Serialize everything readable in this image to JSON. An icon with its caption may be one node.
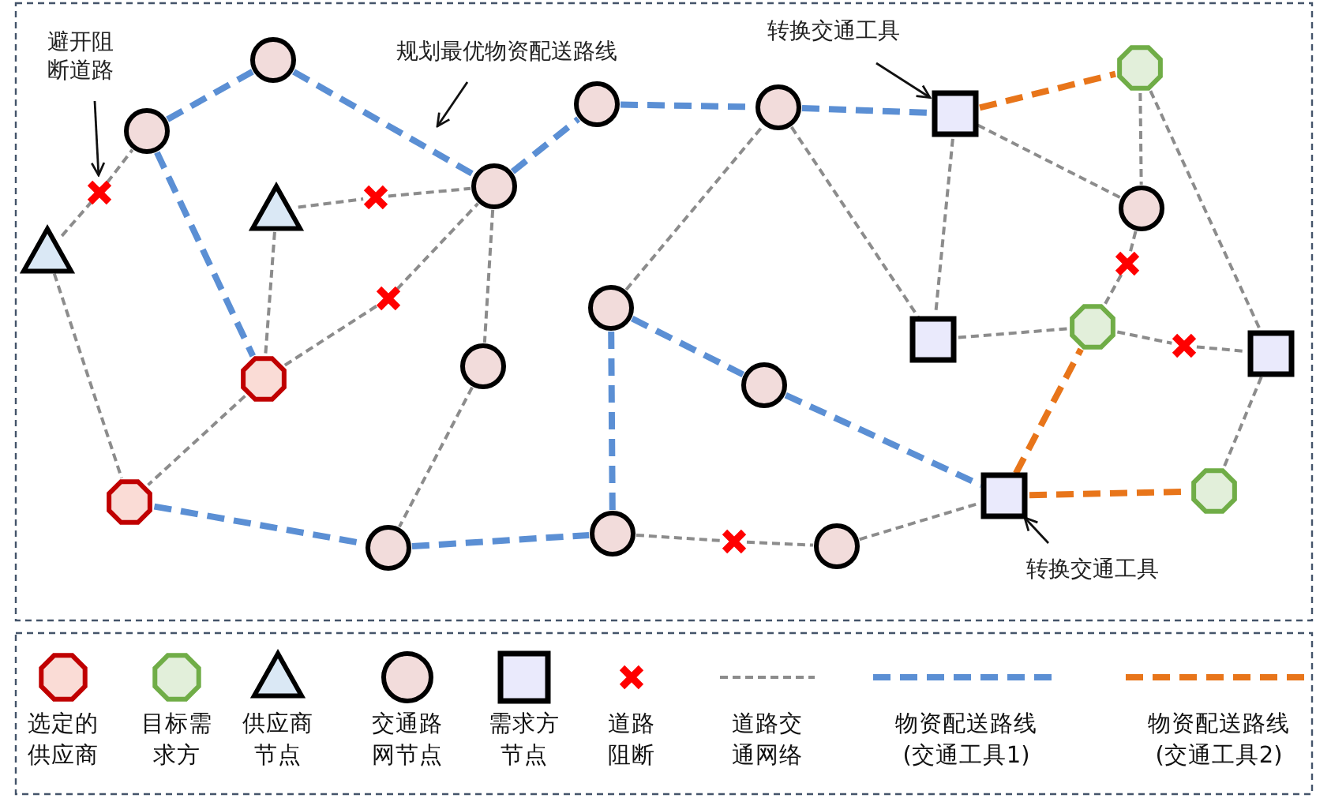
{
  "diagram": {
    "nodes": [
      {
        "text": [],
        "shape": "triangle"
      },
      {
        "text": [],
        "shape": "circle"
      },
      {
        "text": [],
        "shape": "circle"
      },
      {
        "text": [],
        "shape": "triangle"
      },
      {
        "text": [],
        "shape": "circle"
      },
      {
        "text": [],
        "shape": "circle"
      },
      {
        "text": [],
        "shape": "circle"
      },
      {
        "text": [],
        "shape": "octagon"
      },
      {
        "text": [],
        "shape": "octagon"
      },
      {
        "text": [],
        "shape": "circle"
      },
      {
        "text": [],
        "shape": "circle"
      },
      {
        "text": [],
        "shape": "circle"
      },
      {
        "text": [],
        "shape": "circle"
      },
      {
        "text": [],
        "shape": "circle"
      },
      {
        "text": [],
        "shape": "circle"
      },
      {
        "text": [],
        "shape": "box"
      },
      {
        "text": [],
        "shape": "octagon"
      },
      {
        "text": [],
        "shape": "circle"
      },
      {
        "text": [],
        "shape": "box"
      },
      {
        "text": [],
        "shape": "octagon"
      },
      {
        "text": [],
        "shape": "box"
      },
      {
        "text": [],
        "shape": "box"
      },
      {
        "text": [],
        "shape": "octagon"
      },
      {
        "text": [
          "避开阻断道路"
        ]
      },
      {
        "text": [
          "规划最优物资配送路线"
        ]
      },
      {
        "text": [
          "转换交通工具"
        ]
      },
      {
        "text": [
          "转换交通工具"
        ]
      },
      {
        "text": [],
        "shape": "cross"
      },
      {
        "text": [],
        "shape": "cross"
      },
      {
        "text": [],
        "shape": "cross"
      },
      {
        "text": [],
        "shape": "cross"
      },
      {
        "text": [],
        "shape": "cross"
      },
      {
        "text": [],
        "shape": "cross"
      }
    ],
    "edges": [
      {
        "from": 0,
        "to": 27,
        "arrow": "none",
        "style": "dashed"
      },
      {
        "from": 27,
        "to": 1,
        "arrow": "none",
        "style": "dashed"
      },
      {
        "from": 0,
        "to": 8,
        "arrow": "none",
        "style": "dashed"
      },
      {
        "from": 3,
        "to": 28,
        "arrow": "none",
        "style": "dashed"
      },
      {
        "from": 28,
        "to": 4,
        "arrow": "none",
        "style": "dashed"
      },
      {
        "from": 3,
        "to": 7,
        "arrow": "none",
        "style": "dashed"
      },
      {
        "from": 7,
        "to": 29,
        "arrow": "none",
        "style": "dashed"
      },
      {
        "from": 29,
        "to": 4,
        "arrow": "none",
        "style": "dashed"
      },
      {
        "from": 7,
        "to": 8,
        "arrow": "none",
        "style": "dashed"
      },
      {
        "from": 4,
        "to": 6,
        "arrow": "none",
        "style": "dashed"
      },
      {
        "from": 6,
        "to": 9,
        "arrow": "none",
        "style": "dashed"
      },
      {
        "from": 10,
        "to": 14,
        "arrow": "none",
        "style": "dashed"
      },
      {
        "from": 14,
        "to": 18,
        "arrow": "none",
        "style": "dashed"
      },
      {
        "from": 15,
        "to": 18,
        "arrow": "none",
        "style": "dashed"
      },
      {
        "from": 15,
        "to": 17,
        "arrow": "none",
        "style": "dashed"
      },
      {
        "from": 16,
        "to": 17,
        "arrow": "none",
        "style": "dashed"
      },
      {
        "from": 16,
        "to": 20,
        "arrow": "none",
        "style": "dashed"
      },
      {
        "from": 17,
        "to": 30,
        "arrow": "none",
        "style": "dashed"
      },
      {
        "from": 30,
        "to": 19,
        "arrow": "none",
        "style": "dashed"
      },
      {
        "from": 18,
        "to": 19,
        "arrow": "none",
        "style": "dashed"
      },
      {
        "from": 19,
        "to": 31,
        "arrow": "none",
        "style": "dashed"
      },
      {
        "from": 31,
        "to": 20,
        "arrow": "none",
        "style": "dashed"
      },
      {
        "from": 20,
        "to": 22,
        "arrow": "none",
        "style": "dashed"
      },
      {
        "from": 12,
        "to": 32,
        "arrow": "none",
        "style": "dashed"
      },
      {
        "from": 32,
        "to": 13,
        "arrow": "none",
        "style": "dashed"
      },
      {
        "from": 13,
        "to": 21,
        "arrow": "none",
        "style": "dashed"
      },
      {
        "from": 1,
        "to": 2,
        "arrow": "none",
        "style": "dashed",
        "color": "#5b8fd4"
      },
      {
        "from": 2,
        "to": 4,
        "arrow": "none",
        "style": "dashed",
        "color": "#5b8fd4"
      },
      {
        "from": 4,
        "to": 5,
        "arrow": "none",
        "style": "dashed",
        "color": "#5b8fd4"
      },
      {
        "from": 5,
        "to": 14,
        "arrow": "none",
        "style": "dashed",
        "color": "#5b8fd4"
      },
      {
        "from": 14,
        "to": 15,
        "arrow": "none",
        "style": "dashed",
        "color": "#5b8fd4"
      },
      {
        "from": 1,
        "to": 7,
        "arrow": "none",
        "style": "dashed",
        "color": "#5b8fd4"
      },
      {
        "from": 8,
        "to": 9,
        "arrow": "none",
        "style": "dashed",
        "color": "#5b8fd4"
      },
      {
        "from": 9,
        "to": 12,
        "arrow": "none",
        "style": "dashed",
        "color": "#5b8fd4"
      },
      {
        "from": 12,
        "to": 10,
        "arrow": "none",
        "style": "dashed",
        "color": "#5b8fd4"
      },
      {
        "from": 10,
        "to": 11,
        "arrow": "none",
        "style": "dashed",
        "color": "#5b8fd4"
      },
      {
        "from": 11,
        "to": 21,
        "arrow": "none",
        "style": "dashed",
        "color": "#5b8fd4"
      },
      {
        "from": 15,
        "to": 16,
        "arrow": "none",
        "style": "dashed",
        "color": "#e8751a"
      },
      {
        "from": 21,
        "to": 19,
        "arrow": "none",
        "style": "dashed",
        "color": "#e8751a"
      },
      {
        "from": 21,
        "to": 22,
        "arrow": "none",
        "style": "dashed",
        "color": "#e8751a"
      },
      {
        "from": 23,
        "to": 27,
        "arrow": "to",
        "color": "#111111"
      },
      {
        "from": 24,
        "to": null,
        "arrow": "to",
        "color": "#111111"
      },
      {
        "from": 25,
        "to": 15,
        "arrow": "to",
        "color": "#111111"
      },
      {
        "from": 26,
        "to": 21,
        "arrow": "to",
        "color": "#111111"
      }
    ],
    "legend": [
      {
        "text": "选定的供应商"
      },
      {
        "text": "目标需求方"
      },
      {
        "text": "供应商节点"
      },
      {
        "text": "交通路网节点"
      },
      {
        "text": "需求方节点"
      },
      {
        "text": "道路阻断"
      },
      {
        "text": "道路交通网络"
      },
      {
        "text": "物资配送路线(交通工具1)"
      },
      {
        "text": "物资配送路线(交通工具2)"
      }
    ]
  }
}
